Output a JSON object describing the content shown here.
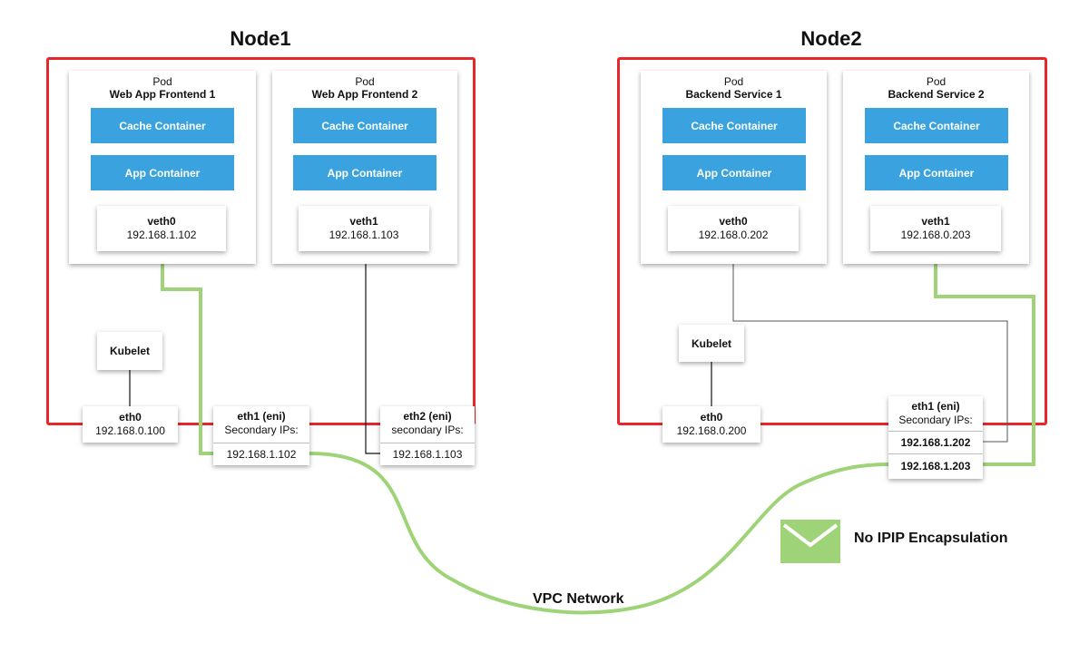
{
  "node1": {
    "title": "Node1",
    "pods": [
      {
        "kind": "Pod",
        "name": "Web App Frontend 1",
        "cache": "Cache Container",
        "app": "App Container",
        "veth": "veth0",
        "ip": "192.168.1.102"
      },
      {
        "kind": "Pod",
        "name": "Web App Frontend 2",
        "cache": "Cache Container",
        "app": "App Container",
        "veth": "veth1",
        "ip": "192.168.1.103"
      }
    ],
    "kubelet": "Kubelet",
    "eth0": {
      "name": "eth0",
      "ip": "192.168.0.100"
    },
    "eth1": {
      "name": "eth1 (eni)",
      "sub": "Secondary IPs:",
      "ips": [
        "192.168.1.102"
      ]
    },
    "eth2": {
      "name": "eth2 (eni)",
      "sub": "secondary IPs:",
      "ips": [
        "192.168.1.103"
      ]
    }
  },
  "node2": {
    "title": "Node2",
    "pods": [
      {
        "kind": "Pod",
        "name": "Backend Service 1",
        "cache": "Cache Container",
        "app": "App Container",
        "veth": "veth0",
        "ip": "192.168.0.202"
      },
      {
        "kind": "Pod",
        "name": "Backend Service 2",
        "cache": "Cache Container",
        "app": "App Container",
        "veth": "veth1",
        "ip": "192.168.0.203"
      }
    ],
    "kubelet": "Kubelet",
    "eth0": {
      "name": "eth0",
      "ip": "192.168.0.200"
    },
    "eth1": {
      "name": "eth1 (eni)",
      "sub": "Secondary IPs:",
      "ips": [
        "192.168.1.202",
        "192.168.1.203"
      ]
    }
  },
  "network_label": "VPC Network",
  "encapsulation_label": "No IPIP Encapsulation",
  "icon": "envelope-icon",
  "colors": {
    "node_border": "#e8262a",
    "container": "#3aa3df",
    "path": "#9fd378",
    "wire": "#111111"
  }
}
